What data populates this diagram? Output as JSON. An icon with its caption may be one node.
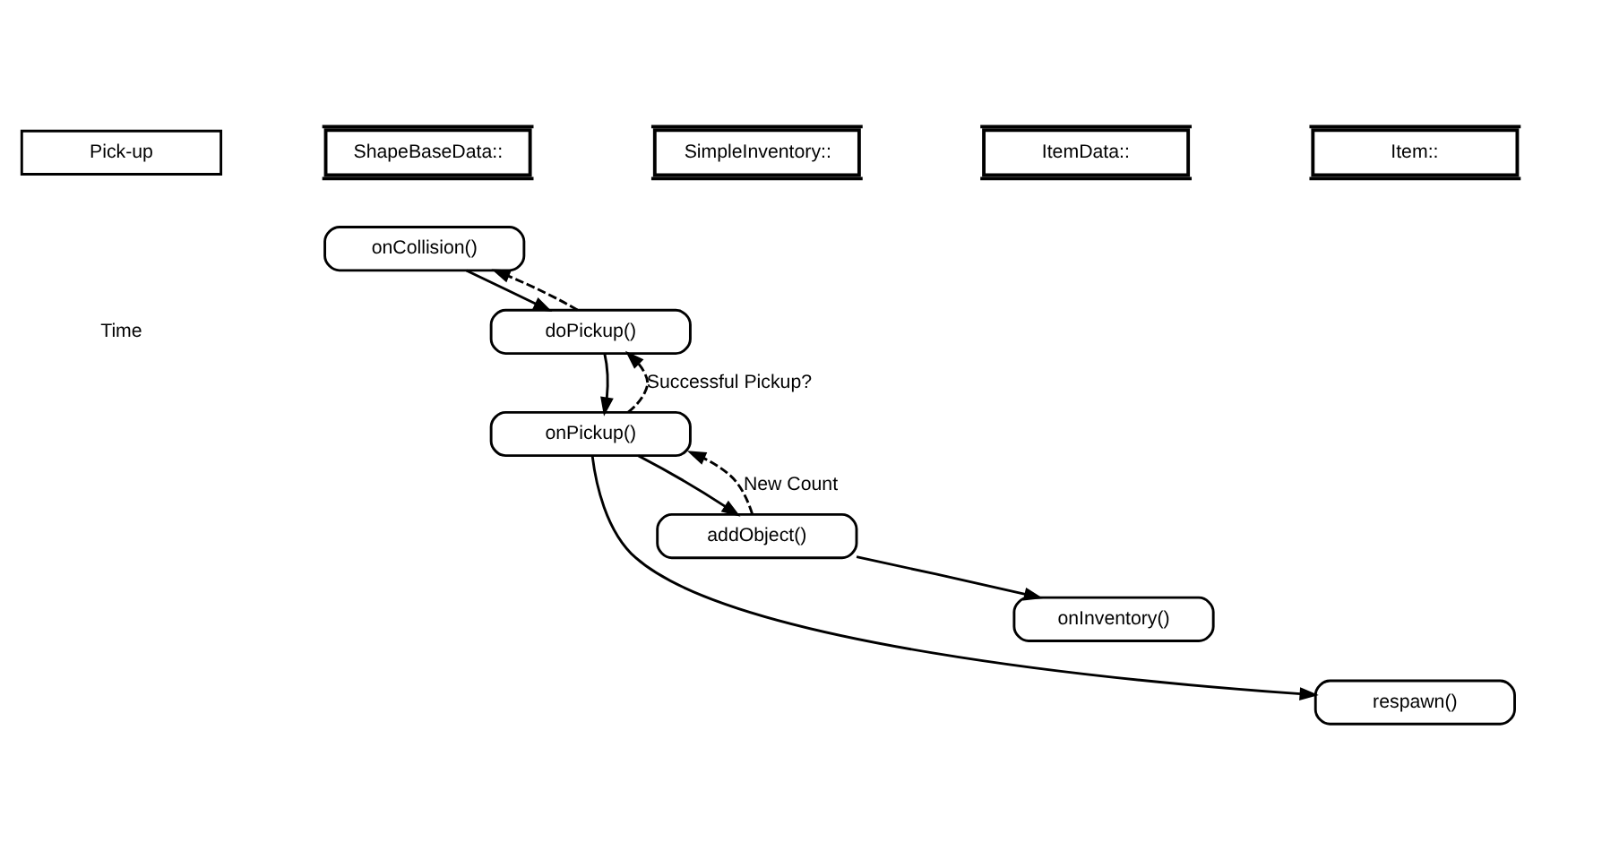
{
  "diagram": {
    "nodes": [
      {
        "text": [
          "Pick-up"
        ]
      },
      {
        "text": [
          "ShapeBaseData::"
        ]
      },
      {
        "text": [
          "SimpleInventory::"
        ]
      },
      {
        "text": [
          "ItemData::"
        ]
      },
      {
        "text": [
          "Item::"
        ]
      },
      {
        "text": [
          "onCollision()"
        ]
      },
      {
        "text": [
          "doPickup()"
        ]
      },
      {
        "text": [
          "onPickup()"
        ]
      },
      {
        "text": [
          "addObject()"
        ]
      },
      {
        "text": [
          "onInventory()"
        ]
      },
      {
        "text": [
          "respawn()"
        ]
      }
    ],
    "edges": [
      {
        "from": 5,
        "to": 6,
        "arrow": "to"
      },
      {
        "from": 6,
        "to": 5,
        "arrow": "to",
        "style": "dashed"
      },
      {
        "from": 7,
        "to": 6,
        "arrow": "to",
        "style": "dashed",
        "label": "Successful Pickup?"
      },
      {
        "from": 6,
        "to": 7,
        "arrow": "to"
      },
      {
        "from": 8,
        "to": 7,
        "arrow": "to",
        "style": "dashed",
        "label": "New Count"
      },
      {
        "from": 7,
        "to": 8,
        "arrow": "to"
      },
      {
        "from": 8,
        "to": 9,
        "arrow": "to"
      },
      {
        "from": 7,
        "to": 10,
        "arrow": "to"
      }
    ],
    "labels": [
      "Time"
    ]
  }
}
